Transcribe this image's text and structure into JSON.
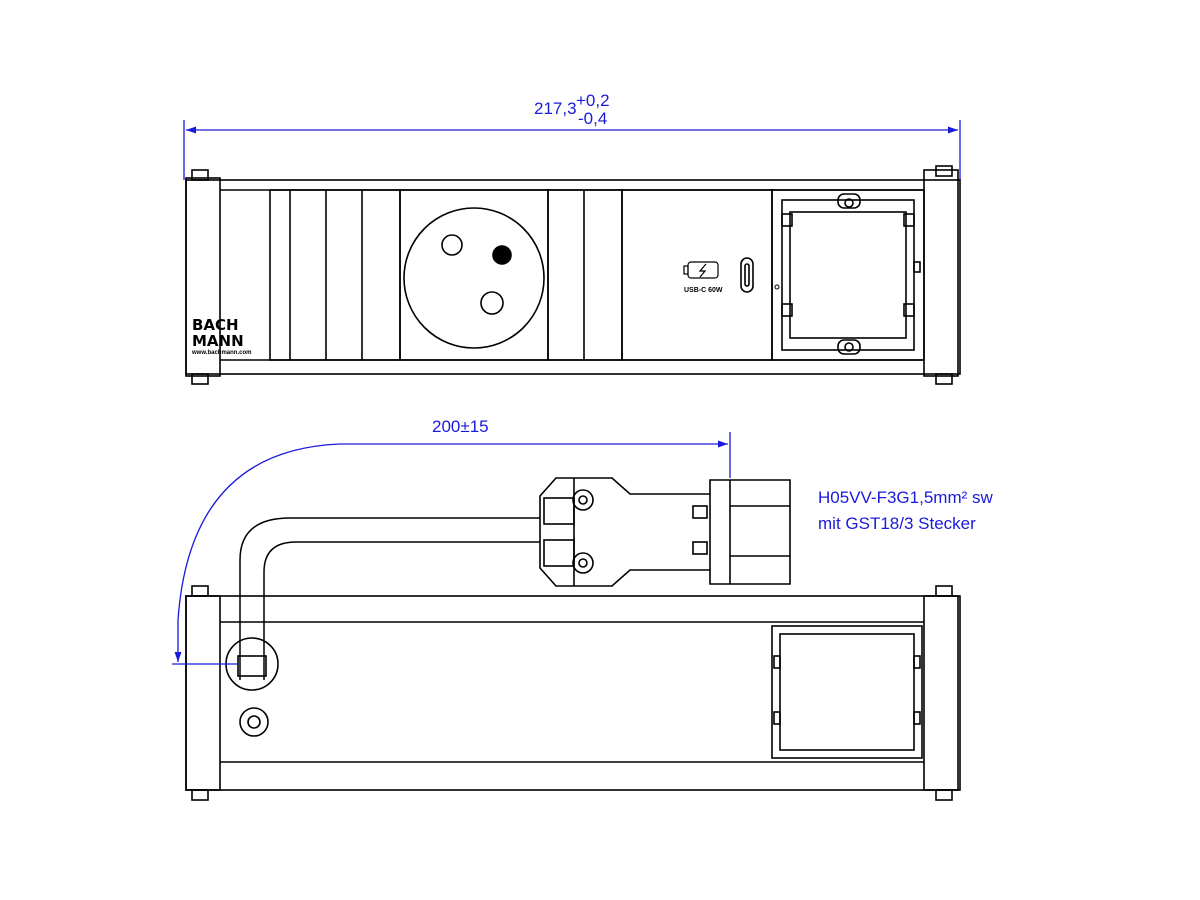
{
  "dimensions": {
    "overall_width": "217,3",
    "tolerance_upper": "+0,2",
    "tolerance_lower": "-0,4",
    "cable_length": "200±15"
  },
  "cable_spec": {
    "line1": "H05VV-F3G1,5mm² sw",
    "line2": "mit GST18/3  Stecker"
  },
  "logo": {
    "line1": "BACH",
    "line2": "MANN",
    "url": "www.bachmann.com"
  },
  "usb_label": "USB-C 60W",
  "colors": {
    "dimension": "#1a1adc",
    "outline": "#000000",
    "cable": "#555555"
  },
  "icons": [
    "french-socket-icon",
    "usb-c-port-icon",
    "battery-charge-icon",
    "screw-icon"
  ]
}
